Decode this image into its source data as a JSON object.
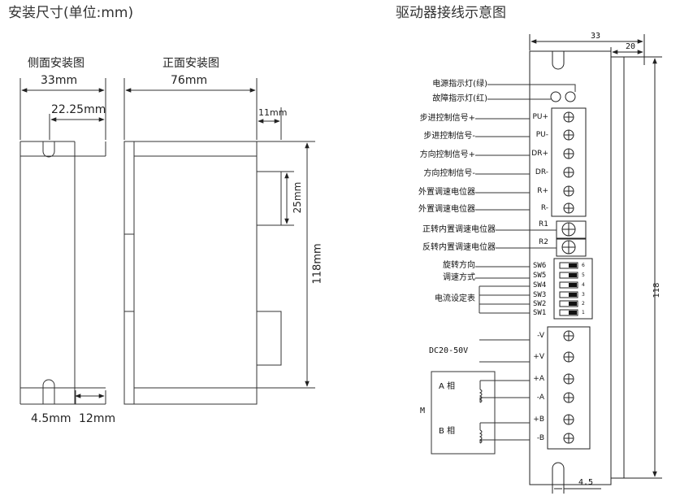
{
  "titles": {
    "left": "安装尺寸(单位:mm)",
    "right": "驱动器接线示意图"
  },
  "side_view": {
    "label": "侧面安装图",
    "width": "33mm",
    "inner_width": "22.25mm",
    "slot": "4.5mm",
    "edge": "12mm"
  },
  "front_view": {
    "label": "正面安装图",
    "width": "76mm",
    "top_gap": "11mm",
    "window_h": "25mm",
    "height": "118mm"
  },
  "wiring": {
    "dim_width": "33",
    "dim_flange": "20",
    "dim_height": "118",
    "dim_slot": "4.5",
    "functions": [
      "电源指示灯(绿)",
      "故障指示灯(红)",
      "步进控制信号+",
      "步进控制信号-",
      "方向控制信号+",
      "方向控制信号-",
      "外置调速电位器",
      "外置调速电位器",
      "正转内置调速电位器",
      "反转内置调速电位器"
    ],
    "signal_terminals": [
      "PU+",
      "PU-",
      "DR+",
      "DR-",
      "R+",
      "R-"
    ],
    "pots": [
      "R1",
      "R2"
    ],
    "switch_labels": [
      "旋转方向",
      "调速方式",
      "电流设定表"
    ],
    "switches": [
      {
        "name": "SW6",
        "num": "6"
      },
      {
        "name": "SW5",
        "num": "5"
      },
      {
        "name": "SW4",
        "num": "4"
      },
      {
        "name": "SW3",
        "num": "3"
      },
      {
        "name": "SW2",
        "num": "2"
      },
      {
        "name": "SW1",
        "num": "1"
      }
    ],
    "power_label": "DC20-50V",
    "power_terminals": [
      "-V",
      "+V"
    ],
    "motor_label": "M",
    "phase_a": "A 相",
    "phase_b": "B 相",
    "motor_terminals": [
      "+A",
      "-A",
      "+B",
      "-B"
    ]
  }
}
